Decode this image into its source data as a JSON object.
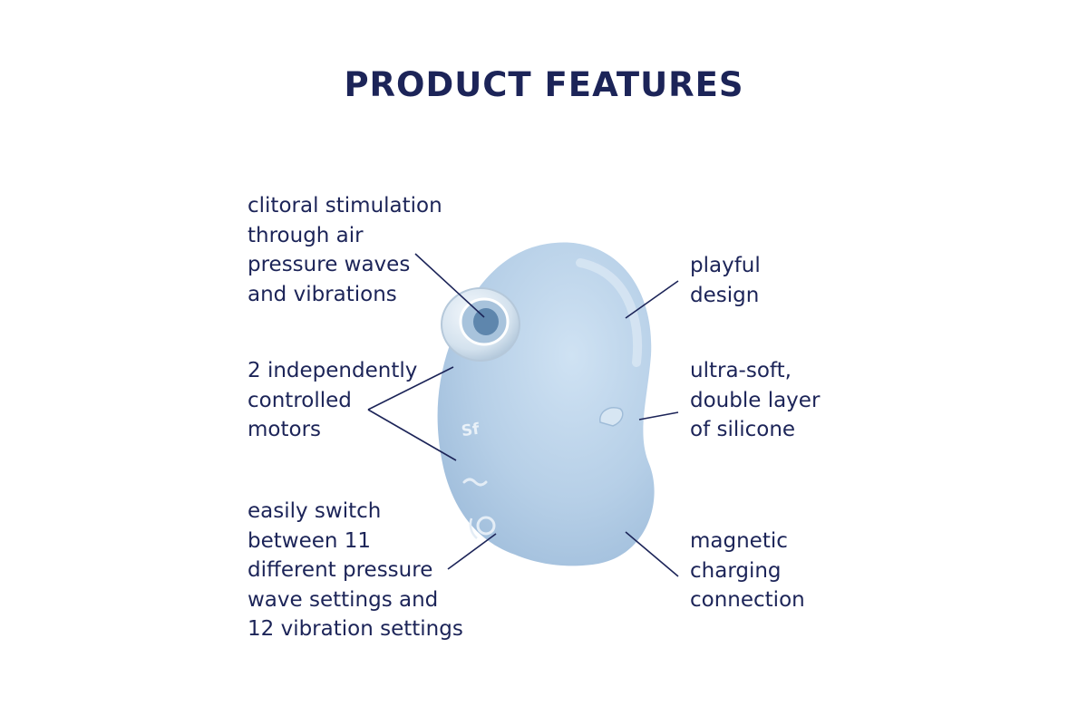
{
  "page": {
    "title": "PRODUCT FEATURES",
    "accent_color": "#1c2458",
    "product_color": "#b9d3ea"
  },
  "features": {
    "air_pressure": [
      "clitoral stimulation",
      "through air",
      "pressure waves",
      "and vibrations"
    ],
    "motors": [
      "2 independently",
      "controlled",
      "motors"
    ],
    "settings": [
      "easily switch",
      "between 11",
      "different pressure",
      "wave settings and",
      "12 vibration settings"
    ],
    "design": [
      "playful",
      "design"
    ],
    "silicone": [
      "ultra-soft,",
      "double layer",
      "of silicone"
    ],
    "charging": [
      "magnetic",
      "charging",
      "connection"
    ]
  }
}
